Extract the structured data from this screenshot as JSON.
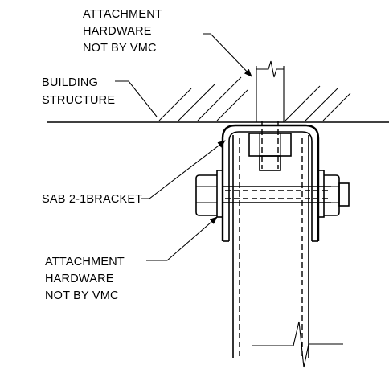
{
  "labels": {
    "top_attachment": [
      "ATTACHMENT",
      "HARDWARE",
      "NOT BY VMC"
    ],
    "building_structure": [
      "BUILDING",
      "STRUCTURE"
    ],
    "bracket": "SAB 2-1BRACKET",
    "bottom_attachment": [
      "ATTACHMENT",
      "HARDWARE",
      "NOT BY VMC"
    ]
  }
}
